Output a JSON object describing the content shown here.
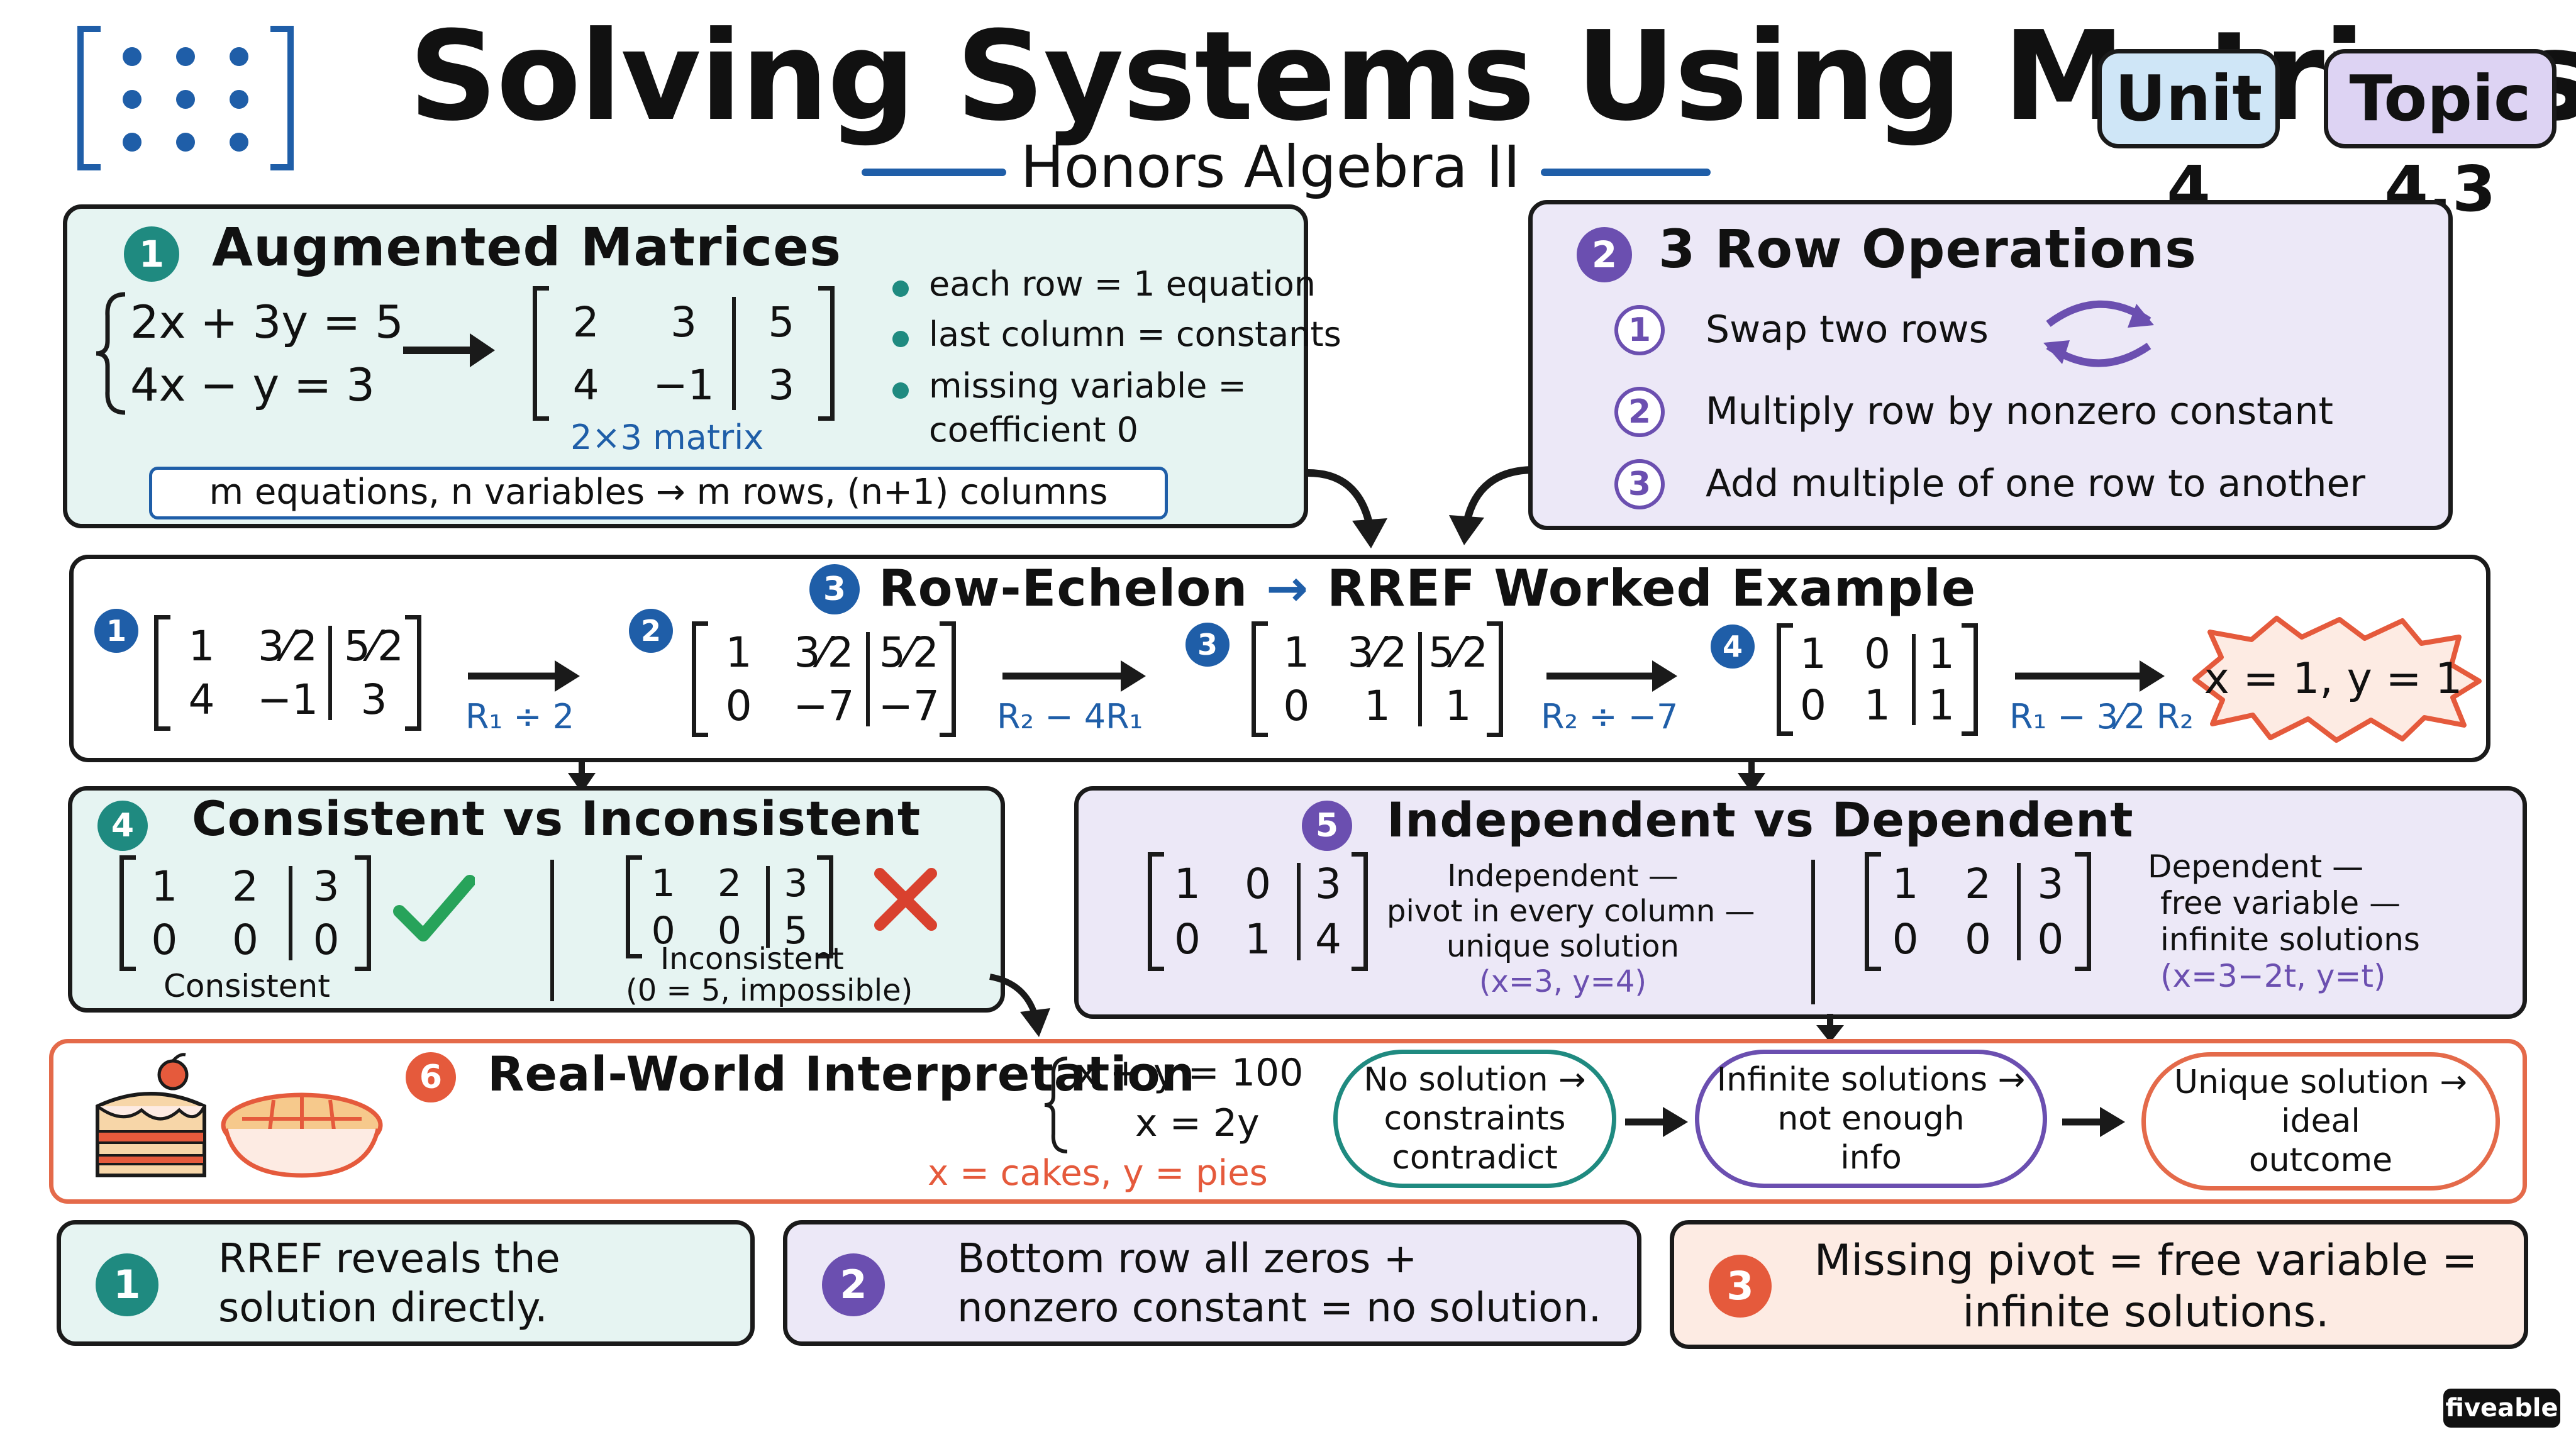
{
  "header": {
    "title": "Solving Systems Using Matrices",
    "subtitle": "Honors Algebra II",
    "unit_badge": "Unit 4",
    "topic_badge": "Topic 4.3",
    "logo_icon": "matrix-dots-icon"
  },
  "augmented": {
    "number": "1",
    "title": "Augmented Matrices",
    "equations": [
      "2x + 3y = 5",
      "4x − y = 3"
    ],
    "matrix": [
      [
        "2",
        "3",
        "5"
      ],
      [
        "4",
        "−1",
        "3"
      ]
    ],
    "matrix_label": "2×3 matrix",
    "bullets": [
      "each row = 1 equation",
      "last column = constants",
      "missing variable =",
      "coefficient 0"
    ],
    "rule": "m equations, n variables → m rows, (n+1) columns"
  },
  "row_ops": {
    "number": "2",
    "title": "3 Row Operations",
    "items": [
      {
        "num": "1",
        "label": "Swap two rows"
      },
      {
        "num": "2",
        "label": "Multiply row by nonzero constant"
      },
      {
        "num": "3",
        "label": "Add multiple of one row to another"
      }
    ],
    "swap_icon": "swap-arrows-icon"
  },
  "worked": {
    "number": "3",
    "title_left": "Row-Echelon",
    "title_arrow": "→",
    "title_right": "RREF Worked Example",
    "steps": [
      {
        "num": "1",
        "matrix": [
          [
            "1",
            "3⁄2",
            "5⁄2"
          ],
          [
            "4",
            "−1",
            "3"
          ]
        ],
        "op": "R₁ ÷ 2"
      },
      {
        "num": "2",
        "matrix": [
          [
            "1",
            "3⁄2",
            "5⁄2"
          ],
          [
            "0",
            "−7",
            "−7"
          ]
        ],
        "op": "R₂ − 4R₁"
      },
      {
        "num": "3",
        "matrix": [
          [
            "1",
            "3⁄2",
            "5⁄2"
          ],
          [
            "0",
            "1",
            "1"
          ]
        ],
        "op": "R₂ ÷ −7"
      },
      {
        "num": "4",
        "matrix": [
          [
            "1",
            "0",
            "1"
          ],
          [
            "0",
            "1",
            "1"
          ]
        ],
        "op": "R₁ − 3⁄2 R₂"
      }
    ],
    "solution": "x = 1, y = 1"
  },
  "consistent": {
    "number": "4",
    "title": "Consistent vs Inconsistent",
    "left_matrix": [
      [
        "1",
        "2",
        "3"
      ],
      [
        "0",
        "0",
        "0"
      ]
    ],
    "left_label": "Consistent",
    "right_matrix": [
      [
        "1",
        "2",
        "3"
      ],
      [
        "0",
        "0",
        "5"
      ]
    ],
    "right_label": "Inconsistent",
    "right_note": "(0 = 5, impossible)",
    "check_icon": "check-icon",
    "cross_icon": "cross-icon"
  },
  "independent": {
    "number": "5",
    "title": "Independent vs Dependent",
    "left_matrix": [
      [
        "1",
        "0",
        "3"
      ],
      [
        "0",
        "1",
        "4"
      ]
    ],
    "left_desc": [
      "Independent —",
      "pivot in every column —",
      "unique solution"
    ],
    "left_solution": "(x=3, y=4)",
    "right_matrix": [
      [
        "1",
        "2",
        "3"
      ],
      [
        "0",
        "0",
        "0"
      ]
    ],
    "right_desc": [
      "Dependent —",
      "free variable —",
      "infinite solutions"
    ],
    "right_solution": "(x=3−2t, y=t)"
  },
  "realworld": {
    "number": "6",
    "title": "Real-World Interpretation",
    "equations": [
      "x + y = 100",
      "x = 2y"
    ],
    "variables": "x = cakes, y = pies",
    "clouds": [
      [
        "No solution →",
        "constraints",
        "contradict"
      ],
      [
        "Infinite solutions →",
        "not enough",
        "info"
      ],
      [
        "Unique solution →",
        "ideal",
        "outcome"
      ]
    ],
    "cake_icon": "cake-icon",
    "pie_icon": "pie-icon"
  },
  "takeaways": [
    {
      "num": "1",
      "text": [
        "RREF reveals the",
        "solution directly."
      ]
    },
    {
      "num": "2",
      "text": [
        "Bottom row all zeros +",
        "nonzero constant = no solution."
      ]
    },
    {
      "num": "3",
      "text": [
        "Missing pivot = free variable =",
        "infinite solutions."
      ]
    }
  ],
  "brand": "fiveable",
  "colors": {
    "teal": "#1f8a80",
    "purple": "#6b4fb0",
    "blue": "#1f5ea8",
    "orange": "#e55a3c",
    "green": "#27a35a",
    "red": "#d9412e"
  }
}
